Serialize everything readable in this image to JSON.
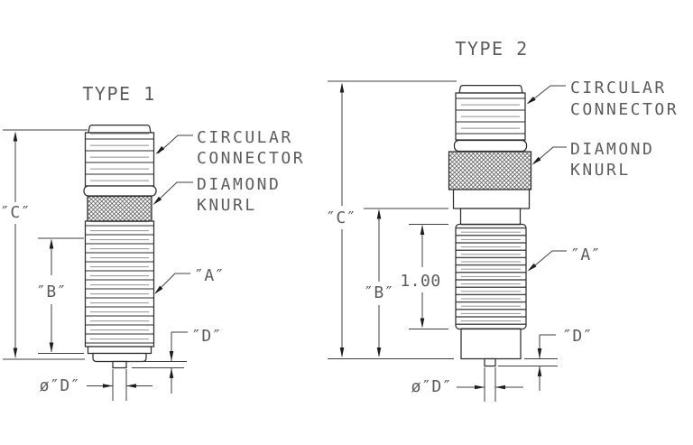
{
  "drawing": {
    "background": "#ffffff",
    "outline_color": "#2d2d2d",
    "dimension_line_color": "#3f3f3f",
    "thread_minor_line_color": "#8f8f8f",
    "text_color": "#5c5c5c",
    "figure1": {
      "title": "TYPE 1",
      "callout_circular_line1": "CIRCULAR",
      "callout_circular_line2": "CONNECTOR",
      "callout_knurl_line1": "DIAMOND",
      "callout_knurl_line2": "KNURL",
      "label_a": "″A″",
      "dim_c": "″C″",
      "dim_b": "″B″",
      "dim_d": "″D″",
      "dim_dia": "ø″D″"
    },
    "figure2": {
      "title": "TYPE 2",
      "callout_circular_line1": "CIRCULAR",
      "callout_circular_line2": "CONNECTOR",
      "callout_knurl_line1": "DIAMOND",
      "callout_knurl_line2": "KNURL",
      "label_a": "″A″",
      "dim_c": "″C″",
      "dim_b": "″B″",
      "dim_d": "″D″",
      "dim_dia": "ø″D″",
      "dim_thread_length": "1.00"
    }
  }
}
